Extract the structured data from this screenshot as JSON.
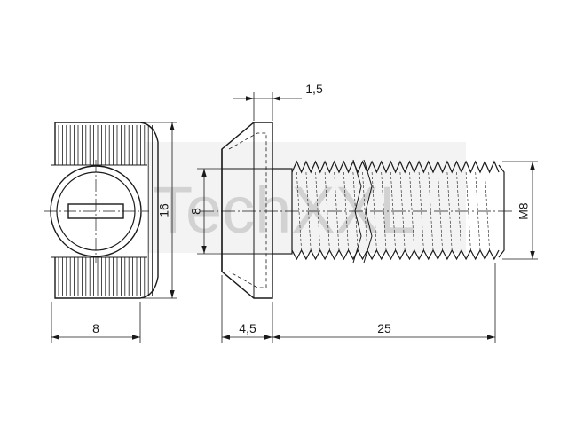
{
  "dimensions": {
    "head_thickness": "1,5",
    "head_height": "16",
    "head_width": "8",
    "shoulder_diameter": "8",
    "head_length": "4,5",
    "shank_length": "25",
    "thread": "M8"
  },
  "watermark": "TechXXL",
  "colors": {
    "ink": "#1a1a1a",
    "watermark": "#d2d2d2"
  }
}
